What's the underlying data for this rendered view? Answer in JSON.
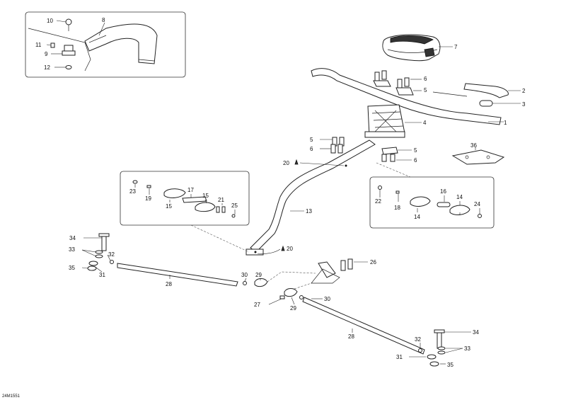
{
  "diagram": {
    "drawing_code": "24M1551",
    "callouts": {
      "c1": "1",
      "c2": "2",
      "c3": "3",
      "c4": "4",
      "c5a": "5",
      "c5b": "5",
      "c5c": "5",
      "c6a": "6",
      "c6b": "6",
      "c6c": "6",
      "c7": "7",
      "c8": "8",
      "c9": "9",
      "c10": "10",
      "c11": "11",
      "c12": "12",
      "c13": "13",
      "c14a": "14",
      "c14b": "14",
      "c15a": "15",
      "c15b": "15",
      "c16": "16",
      "c17": "17",
      "c18": "18",
      "c19": "19",
      "c20a": "20",
      "c20b": "20",
      "c21": "21",
      "c22": "22",
      "c23": "23",
      "c24": "24",
      "c25": "25",
      "c26": "26",
      "c27": "27",
      "c28a": "28",
      "c28b": "28",
      "c29a": "29",
      "c29b": "29",
      "c30a": "30",
      "c30b": "30",
      "c31a": "31",
      "c31b": "31",
      "c32a": "32",
      "c32b": "32",
      "c33a": "33",
      "c33b": "33",
      "c34a": "34",
      "c34b": "34",
      "c35a": "35",
      "c35b": "35",
      "c36": "36"
    }
  }
}
